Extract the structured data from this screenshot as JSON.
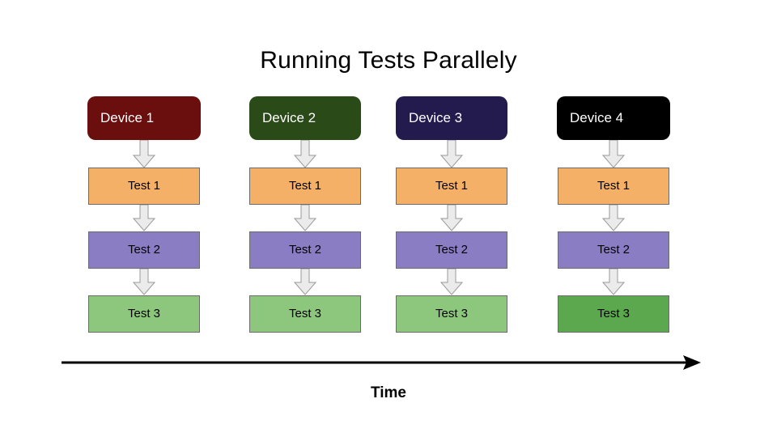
{
  "page": {
    "title": "Running Tests Parallely",
    "background": "#ffffff"
  },
  "diagram": {
    "type": "parallel-test-execution-flow",
    "axis": {
      "label": "Time",
      "direction": "left-to-right",
      "arrow_color": "#000000"
    },
    "arrow_style": {
      "fill": "#ebebeb",
      "stroke": "#9a9a9a",
      "shape": "block-arrow-down"
    },
    "columns": [
      {
        "id": "device-1",
        "device": {
          "label": "Device 1",
          "fill": "#6b0e0e",
          "text_color": "#ffffff"
        },
        "steps": [
          {
            "label": "Test 1",
            "fill": "#f5b067",
            "text_color": "#000000"
          },
          {
            "label": "Test 2",
            "fill": "#8a7dc4",
            "text_color": "#000000"
          },
          {
            "label": "Test 3",
            "fill": "#8dc77d",
            "text_color": "#000000"
          }
        ]
      },
      {
        "id": "device-2",
        "device": {
          "label": "Device 2",
          "fill": "#2a4a18",
          "text_color": "#ffffff"
        },
        "steps": [
          {
            "label": "Test 1",
            "fill": "#f5b067",
            "text_color": "#000000"
          },
          {
            "label": "Test 2",
            "fill": "#8a7dc4",
            "text_color": "#000000"
          },
          {
            "label": "Test 3",
            "fill": "#8dc77d",
            "text_color": "#000000"
          }
        ]
      },
      {
        "id": "device-3",
        "device": {
          "label": "Device 3",
          "fill": "#231a4d",
          "text_color": "#ffffff"
        },
        "steps": [
          {
            "label": "Test 1",
            "fill": "#f5b067",
            "text_color": "#000000"
          },
          {
            "label": "Test 2",
            "fill": "#8a7dc4",
            "text_color": "#000000"
          },
          {
            "label": "Test 3",
            "fill": "#8dc77d",
            "text_color": "#000000"
          }
        ]
      },
      {
        "id": "device-4",
        "device": {
          "label": "Device 4",
          "fill": "#000000",
          "text_color": "#ffffff"
        },
        "steps": [
          {
            "label": "Test 1",
            "fill": "#f5b067",
            "text_color": "#000000"
          },
          {
            "label": "Test 2",
            "fill": "#8a7dc4",
            "text_color": "#000000"
          },
          {
            "label": "Test 3",
            "fill": "#5ba84e",
            "text_color": "#000000"
          }
        ]
      }
    ]
  }
}
